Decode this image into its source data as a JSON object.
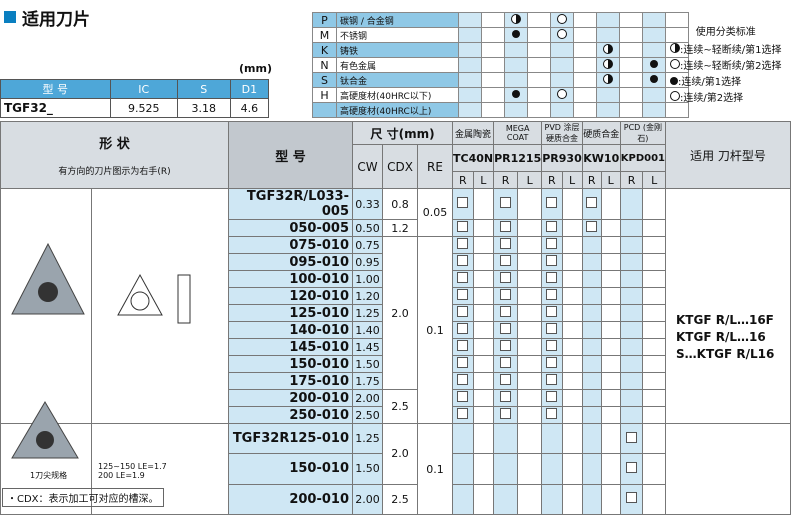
{
  "title": "适用刀片",
  "unit": "(mm)",
  "spec": {
    "headers": [
      "型 号",
      "IC",
      "S",
      "D1"
    ],
    "row": [
      "TGF32_",
      "9.525",
      "3.18",
      "4.6"
    ]
  },
  "materials": [
    {
      "letter": "P",
      "name": "碳钢 / 合金钢",
      "marks": [
        "",
        "",
        "half",
        "",
        "half-o",
        "",
        "",
        "",
        "",
        ""
      ]
    },
    {
      "letter": "M",
      "name": "不锈钢",
      "marks": [
        "",
        "",
        "dot",
        "",
        "half-o",
        "",
        "",
        "",
        "",
        ""
      ]
    },
    {
      "letter": "K",
      "name": "铸铁",
      "marks": [
        "",
        "",
        "",
        "",
        "",
        "",
        "half",
        "",
        "",
        ""
      ]
    },
    {
      "letter": "N",
      "name": "有色金属",
      "marks": [
        "",
        "",
        "",
        "",
        "",
        "",
        "half",
        "",
        "dot",
        ""
      ]
    },
    {
      "letter": "S",
      "name": "钛合金",
      "marks": [
        "",
        "",
        "",
        "",
        "",
        "",
        "half",
        "",
        "dot",
        ""
      ]
    },
    {
      "letter": "H",
      "name": "高硬度材(40HRC以下)",
      "marks": [
        "",
        "",
        "dot",
        "",
        "circle",
        "",
        "",
        "",
        "",
        ""
      ]
    },
    {
      "letter": "",
      "name": "高硬度材(40HRC以上)",
      "marks": [
        "",
        "",
        "",
        "",
        "",
        "",
        "",
        "",
        "",
        ""
      ]
    }
  ],
  "legend": {
    "heading": "使用分类标准",
    "items": [
      "连续~轻断续/第1选择",
      "连续~轻断续/第2选择",
      "连续/第1选择",
      "连续/第2选择"
    ]
  },
  "grid": {
    "shape": "形 状",
    "shape_note": "有方向的刀片图示为右手(R)",
    "model": "型 号",
    "dims": "尺 寸(mm)",
    "cw": "CW",
    "cdx": "CDX",
    "re": "RE",
    "grades": [
      {
        "group": "金属陶瓷",
        "name": "TC40N"
      },
      {
        "group": "MEGA COAT",
        "name": "PR1215"
      },
      {
        "group": "PVD 涂层硬质合金",
        "name": "PR930"
      },
      {
        "group": "硬质合金",
        "name": "KW10"
      },
      {
        "group": "PCD (金刚石)",
        "name": "KPD001"
      }
    ],
    "holder_head": "适用 刀杆型号",
    "r": "R",
    "l": "L",
    "rows1": [
      {
        "model": "TGF32R/L033-005",
        "cw": "0.33",
        "cdx": "0.8",
        "re": "0.05"
      },
      {
        "model": "050-005",
        "cw": "0.50",
        "cdx": "1.2",
        "re": ""
      },
      {
        "model": "075-010",
        "cw": "0.75",
        "cdx": "",
        "re": ""
      },
      {
        "model": "095-010",
        "cw": "0.95",
        "cdx": "",
        "re": ""
      },
      {
        "model": "100-010",
        "cw": "1.00",
        "cdx": "",
        "re": ""
      },
      {
        "model": "120-010",
        "cw": "1.20",
        "cdx": "",
        "re": ""
      },
      {
        "model": "125-010",
        "cw": "1.25",
        "cdx": "2.0",
        "re": ""
      },
      {
        "model": "140-010",
        "cw": "1.40",
        "cdx": "",
        "re": "0.1"
      },
      {
        "model": "145-010",
        "cw": "1.45",
        "cdx": "",
        "re": ""
      },
      {
        "model": "150-010",
        "cw": "1.50",
        "cdx": "",
        "re": ""
      },
      {
        "model": "175-010",
        "cw": "1.75",
        "cdx": "",
        "re": ""
      },
      {
        "model": "200-010",
        "cw": "2.00",
        "cdx": "2.5",
        "re": ""
      },
      {
        "model": "250-010",
        "cw": "2.50",
        "cdx": "",
        "re": ""
      }
    ],
    "rows2": [
      {
        "model": "TGF32R125-010",
        "cw": "1.25"
      },
      {
        "model": "150-010",
        "cw": "1.50"
      },
      {
        "model": "200-010",
        "cw": "2.00"
      }
    ],
    "rows2_cdx": [
      "2.0",
      "2.5"
    ],
    "rows2_re": "0.1",
    "holders": [
      "KTGF R/L…16F",
      "KTGF R/L…16",
      "S…KTGF R/L16"
    ],
    "single_tip": "1刀尖规格",
    "le_note1": "125~150 LE=1.7",
    "le_note2": "200 LE=1.9"
  },
  "footnote": "・CDX：表示加工可对应的槽深。"
}
